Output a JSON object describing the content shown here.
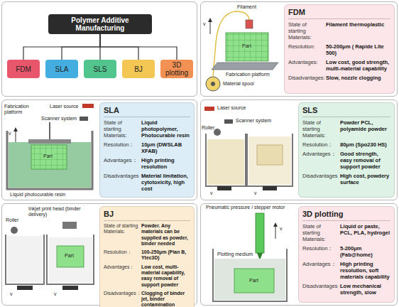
{
  "diagram": {
    "nodes": [
      {
        "text": [
          "Polymer Additive Manufacturing"
        ]
      },
      {
        "text": [
          "FDM"
        ]
      },
      {
        "text": [
          "SLA"
        ]
      },
      {
        "text": [
          "SLS"
        ]
      },
      {
        "text": [
          "BJ"
        ]
      },
      {
        "text": [
          "3D plotting"
        ]
      },
      {
        "text": [
          "FDM",
          "State of starting Materials:",
          "Filament thermoplastic",
          "Resolution:",
          "50-200μm ( Rapide Lite 500)",
          "Advantages:",
          "Low cost, good strength, multi-material capability",
          "Disadvantages:",
          "Slow, nozzle clogging"
        ]
      },
      {
        "text": [
          "SLA",
          "State of starting Materials:",
          "Liquid photopolymer, Photocurable resin",
          "Resolution：",
          "10μm (DWSLAB XFAB)",
          "Advantages：",
          "High printing resolution",
          "Disadvantages：",
          "Material limitation, cytotoxicity, high cost"
        ]
      },
      {
        "text": [
          "SLS",
          "State of starting Materials:",
          "Powder PCL, polyamide powder",
          "Resolution：",
          "80μm (Spo230 HS)",
          "Advantages：",
          "Good strength, easy removal of support powder",
          "Disadvantages：",
          "High cost, powdery surface"
        ]
      },
      {
        "text": [
          "BJ",
          "State of starting Materials:",
          "Powder. Any materials can be supplied as powder, binder needed",
          "Resolution：",
          "100-250μm (Pian B, Ytec3D)",
          "Advantages：",
          "Low cost, multi-material capability, easy removal of support powder",
          "Disadvantages：",
          "Clogging of binder jet, binder contamination"
        ]
      },
      {
        "text": [
          "3D plotting",
          "State of starting Materials:",
          "Liquid or paste, PCL, PLA, hydrogel",
          "Resolution：",
          "5-200μm (Fab@home)",
          "Advantages：",
          "High printing resolution, soft materials capability",
          "Disadvantages：",
          "Low mechanical strength, slow"
        ]
      }
    ],
    "edges": [
      {
        "from": 0,
        "to": 1,
        "arrow": "none"
      },
      {
        "from": 0,
        "to": 2,
        "arrow": "none"
      },
      {
        "from": 0,
        "to": 3,
        "arrow": "none"
      },
      {
        "from": 0,
        "to": 4,
        "arrow": "none"
      },
      {
        "from": 0,
        "to": 5,
        "arrow": "none"
      }
    ],
    "labels": [
      "v",
      "Filament",
      "Part",
      "Fabrication platform",
      "Material spool",
      "Fabrication platform",
      "Laser source",
      "Scanner system",
      "v",
      "Part",
      "Liquid photocurable resin",
      "Laser source",
      "Scanner system",
      "Roller",
      "v",
      "v",
      "Inkjet print head (binder delivery)",
      "Roller",
      "Part",
      "v",
      "v",
      "Pneumatic pressure / stepper motor",
      "v",
      "Plotting medium",
      "Part"
    ]
  }
}
